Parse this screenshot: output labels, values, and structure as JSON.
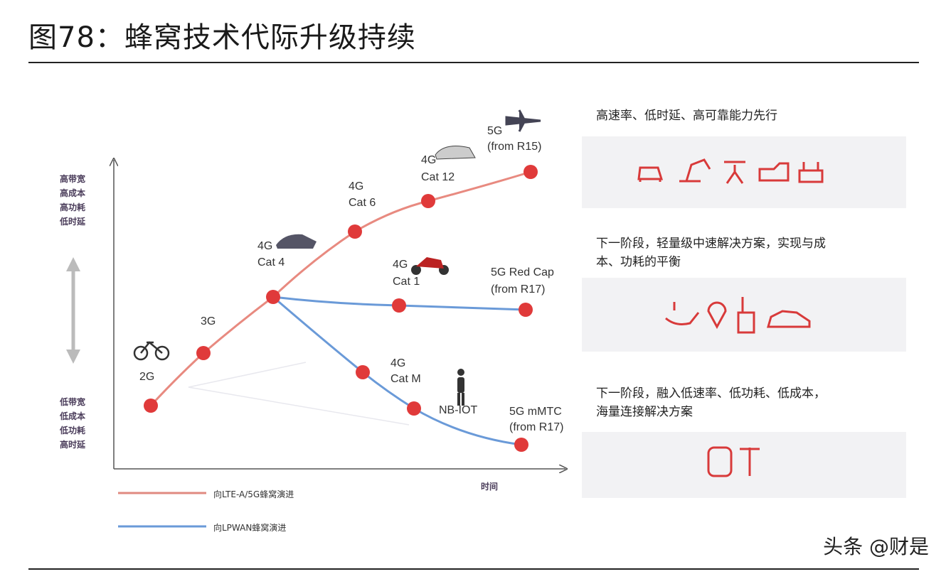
{
  "title": "图78：蜂窝技术代际升级持续",
  "y_axis": {
    "top_labels": [
      "高带宽",
      "高成本",
      "高功耗",
      "低时延"
    ],
    "bottom_labels": [
      "低带宽",
      "低成本",
      "低功耗",
      "高时延"
    ]
  },
  "x_axis_label": "时间",
  "nodes": {
    "g2": "2G",
    "g3": "3G",
    "cat4": [
      "4G",
      "Cat 4"
    ],
    "cat6": [
      "4G",
      "Cat 6"
    ],
    "cat12": [
      "4G",
      "Cat 12"
    ],
    "g5": [
      "5G",
      "(from R15)"
    ],
    "cat1": [
      "4G",
      "Cat 1"
    ],
    "redcap": [
      "5G  Red Cap",
      "(from R17)"
    ],
    "catm": [
      "4G",
      "Cat M"
    ],
    "nbiot": "NB-IOT",
    "mmtc": [
      "5G mMTC",
      "(from R17)"
    ]
  },
  "legend": [
    {
      "label": "向LTE-A/5G蜂窝演进",
      "color": "#e07070"
    },
    {
      "label": "向LPWAN蜂窝演进",
      "color": "#6a9ad8"
    }
  ],
  "panels": [
    {
      "caption": [
        "高速率、低时延、高可靠能力先行"
      ],
      "icons": [
        "car-icon",
        "robot-arm-icon",
        "drone-icon",
        "fire-truck-icon",
        "router-icon"
      ]
    },
    {
      "caption": [
        "下一阶段，轻量级中速解决方案，实现与成",
        "本、功耗的平衡"
      ],
      "icons": [
        "payment-hand-icon",
        "location-pin-icon",
        "walkie-talkie-icon",
        "car-icon"
      ]
    },
    {
      "caption": [
        "下一阶段，融入低速率、低功耗、低成本，",
        "海量连接解决方案"
      ],
      "icons": [
        "meter-icon",
        "street-lamp-icon"
      ]
    }
  ],
  "colors": {
    "red": "#e03a3a",
    "blue": "#6a9ad8",
    "panel": "#f2f2f4"
  },
  "watermark": "头条 @财是"
}
